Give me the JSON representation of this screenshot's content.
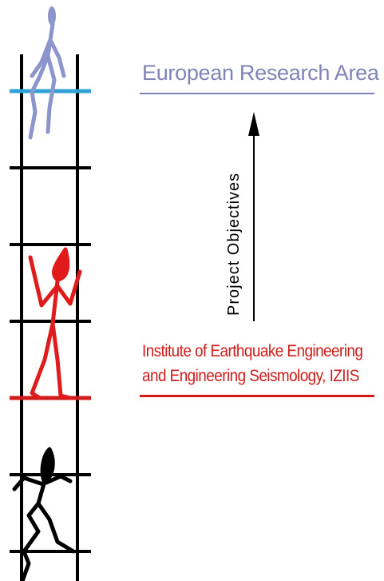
{
  "era": {
    "title": "European Research Area",
    "color": "#7f83b8"
  },
  "objectives": {
    "label": "Project Objectives",
    "color": "#000000"
  },
  "institute": {
    "line1": "Institute of Earthquake Engineering",
    "line2": "and Engineering Seismology, IZIIS",
    "color": "#d11a1a"
  },
  "ladder": {
    "rail_color": "#000000",
    "top_rung_color": "#2fa3d6",
    "highlight_rung_color": "#d11a1a"
  },
  "figures": {
    "top_color": "#8c95cc",
    "middle_color": "#e01b1b",
    "bottom_color": "#000000"
  }
}
